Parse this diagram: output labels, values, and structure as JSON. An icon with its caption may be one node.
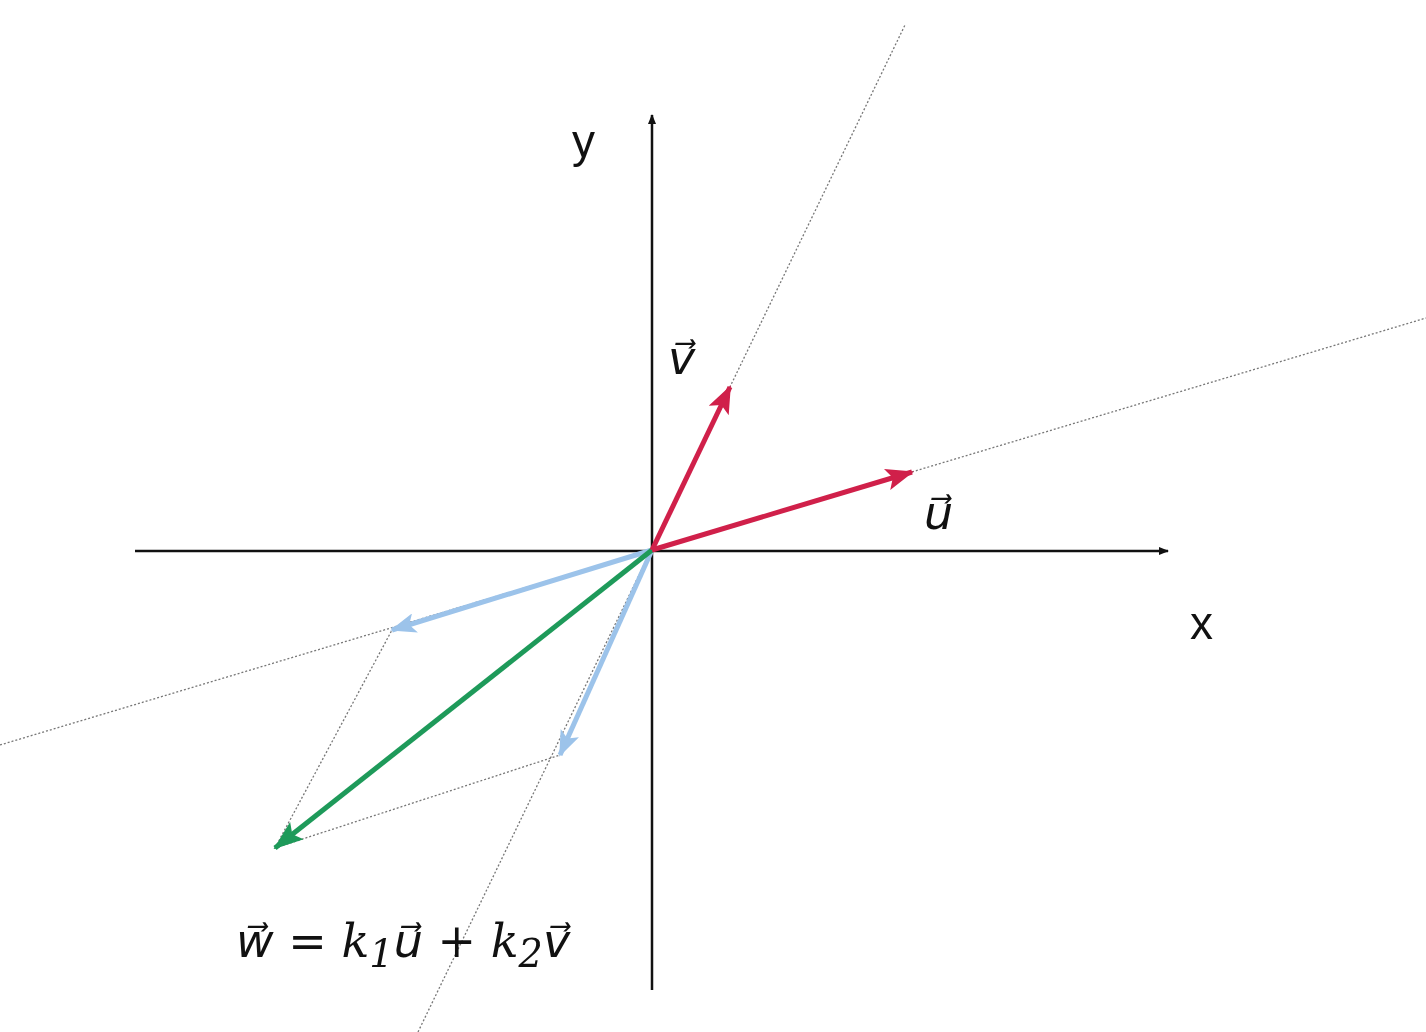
{
  "diagram": {
    "labels": [
      "y",
      "x",
      "v⃗",
      "u⃗",
      "w⃗ = k$_{1}$u⃗ + k$_{2}$v⃗"
    ]
  }
}
